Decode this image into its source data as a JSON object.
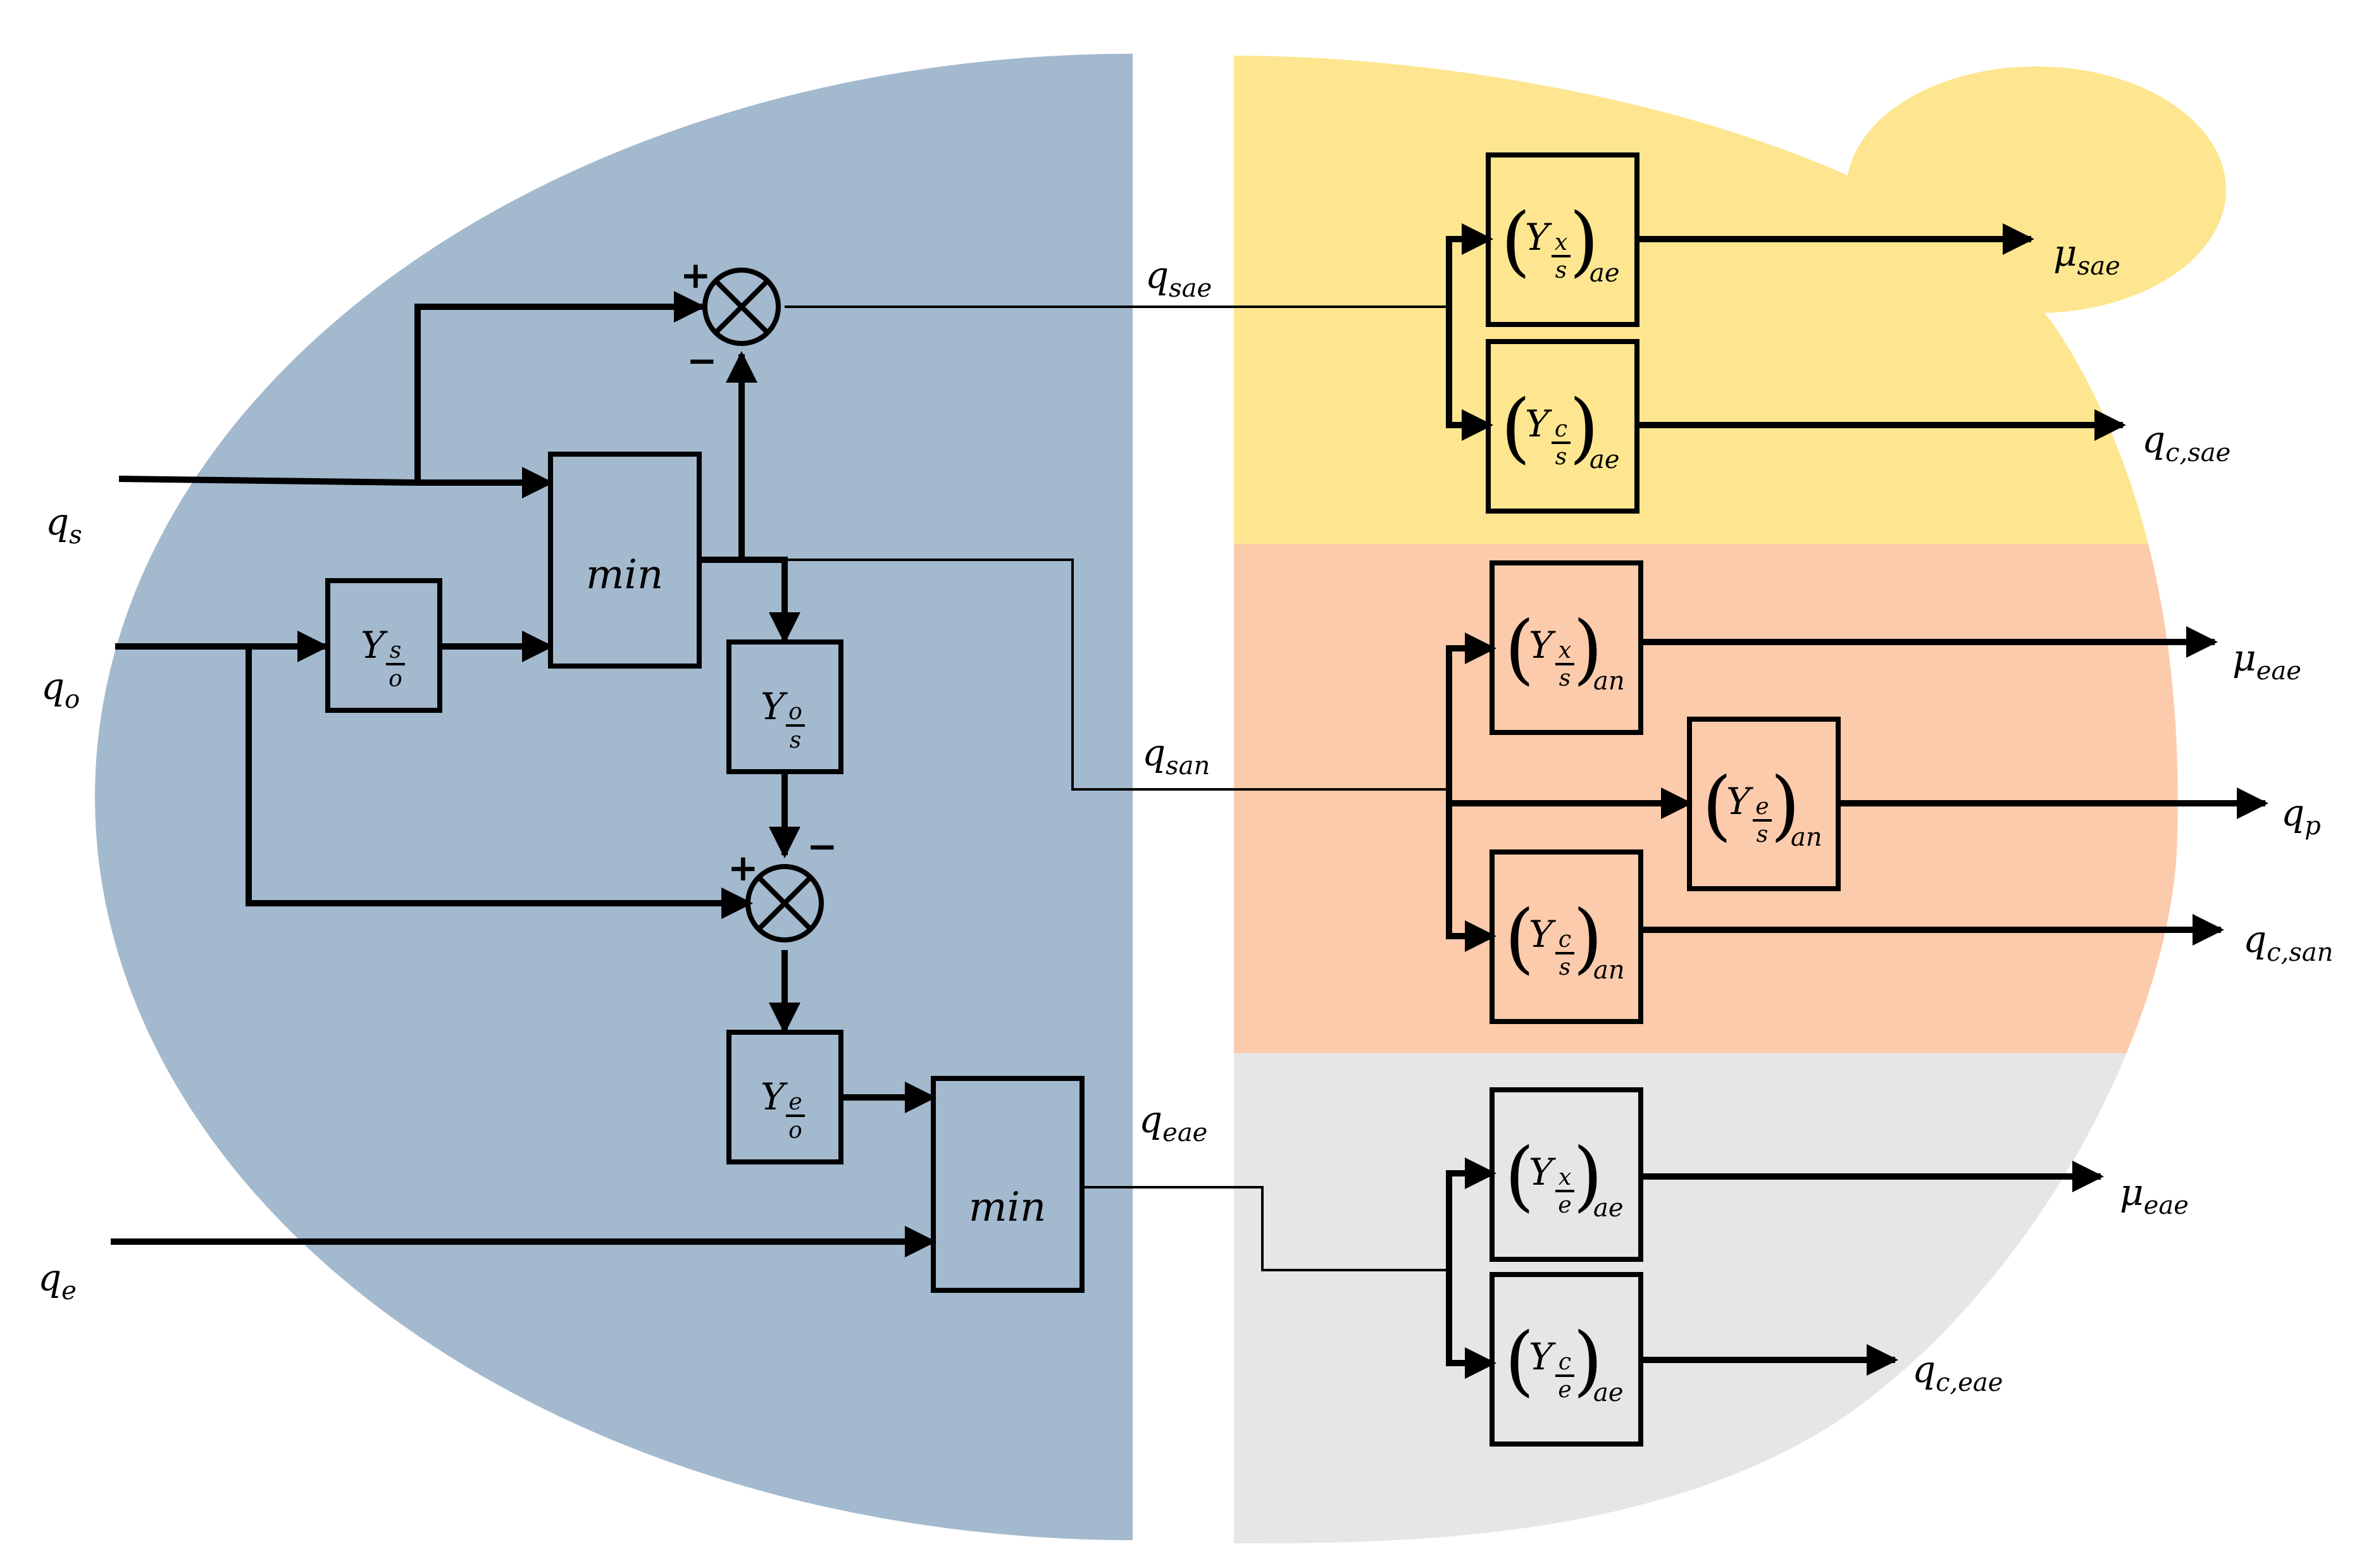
{
  "inputs": {
    "qs": {
      "base": "q",
      "sub": "s"
    },
    "qo": {
      "base": "q",
      "sub": "o"
    },
    "qe": {
      "base": "q",
      "sub": "e"
    }
  },
  "blocks": {
    "min_top": "min",
    "min_bottom": "min",
    "y_s_o": {
      "Y": "Y",
      "num": "s",
      "den": "o"
    },
    "y_o_s": {
      "Y": "Y",
      "num": "o",
      "den": "s"
    },
    "y_e_o": {
      "Y": "Y",
      "num": "e",
      "den": "o"
    },
    "yx_s_ae": {
      "Y": "Y",
      "num": "x",
      "den": "s",
      "sub": "ae"
    },
    "yc_s_ae": {
      "Y": "Y",
      "num": "c",
      "den": "s",
      "sub": "ae"
    },
    "yx_s_an": {
      "Y": "Y",
      "num": "x",
      "den": "s",
      "sub": "an"
    },
    "ye_s_an": {
      "Y": "Y",
      "num": "e",
      "den": "s",
      "sub": "an"
    },
    "yc_s_an": {
      "Y": "Y",
      "num": "c",
      "den": "s",
      "sub": "an"
    },
    "yx_e_ae": {
      "Y": "Y",
      "num": "x",
      "den": "e",
      "sub": "ae"
    },
    "yc_e_ae": {
      "Y": "Y",
      "num": "c",
      "den": "e",
      "sub": "ae"
    }
  },
  "signals": {
    "q_sae": {
      "base": "q",
      "sub": "sae"
    },
    "q_san": {
      "base": "q",
      "sub": "san"
    },
    "q_eae": {
      "base": "q",
      "sub": "eae"
    }
  },
  "outputs": {
    "mu_sae": {
      "base": "μ",
      "sub": "sae"
    },
    "qc_sae": {
      "base": "q",
      "sub": "c,sae"
    },
    "mu_eae_top": {
      "base": "μ",
      "sub": "eae"
    },
    "qp": {
      "base": "q",
      "sub": "p"
    },
    "qc_san": {
      "base": "q",
      "sub": "c,san"
    },
    "mu_eae": {
      "base": "μ",
      "sub": "eae"
    },
    "qc_eae": {
      "base": "q",
      "sub": "c,eae"
    }
  },
  "signs": {
    "sum1_plus": "+",
    "sum1_minus": "−",
    "sum2_plus": "+",
    "sum2_minus": "−"
  },
  "colors": {
    "blue_region": "#a3b9ce",
    "yellow_region": "#fde68f",
    "salmon_region": "#fccbab",
    "gray_region": "#e6e6e6"
  }
}
